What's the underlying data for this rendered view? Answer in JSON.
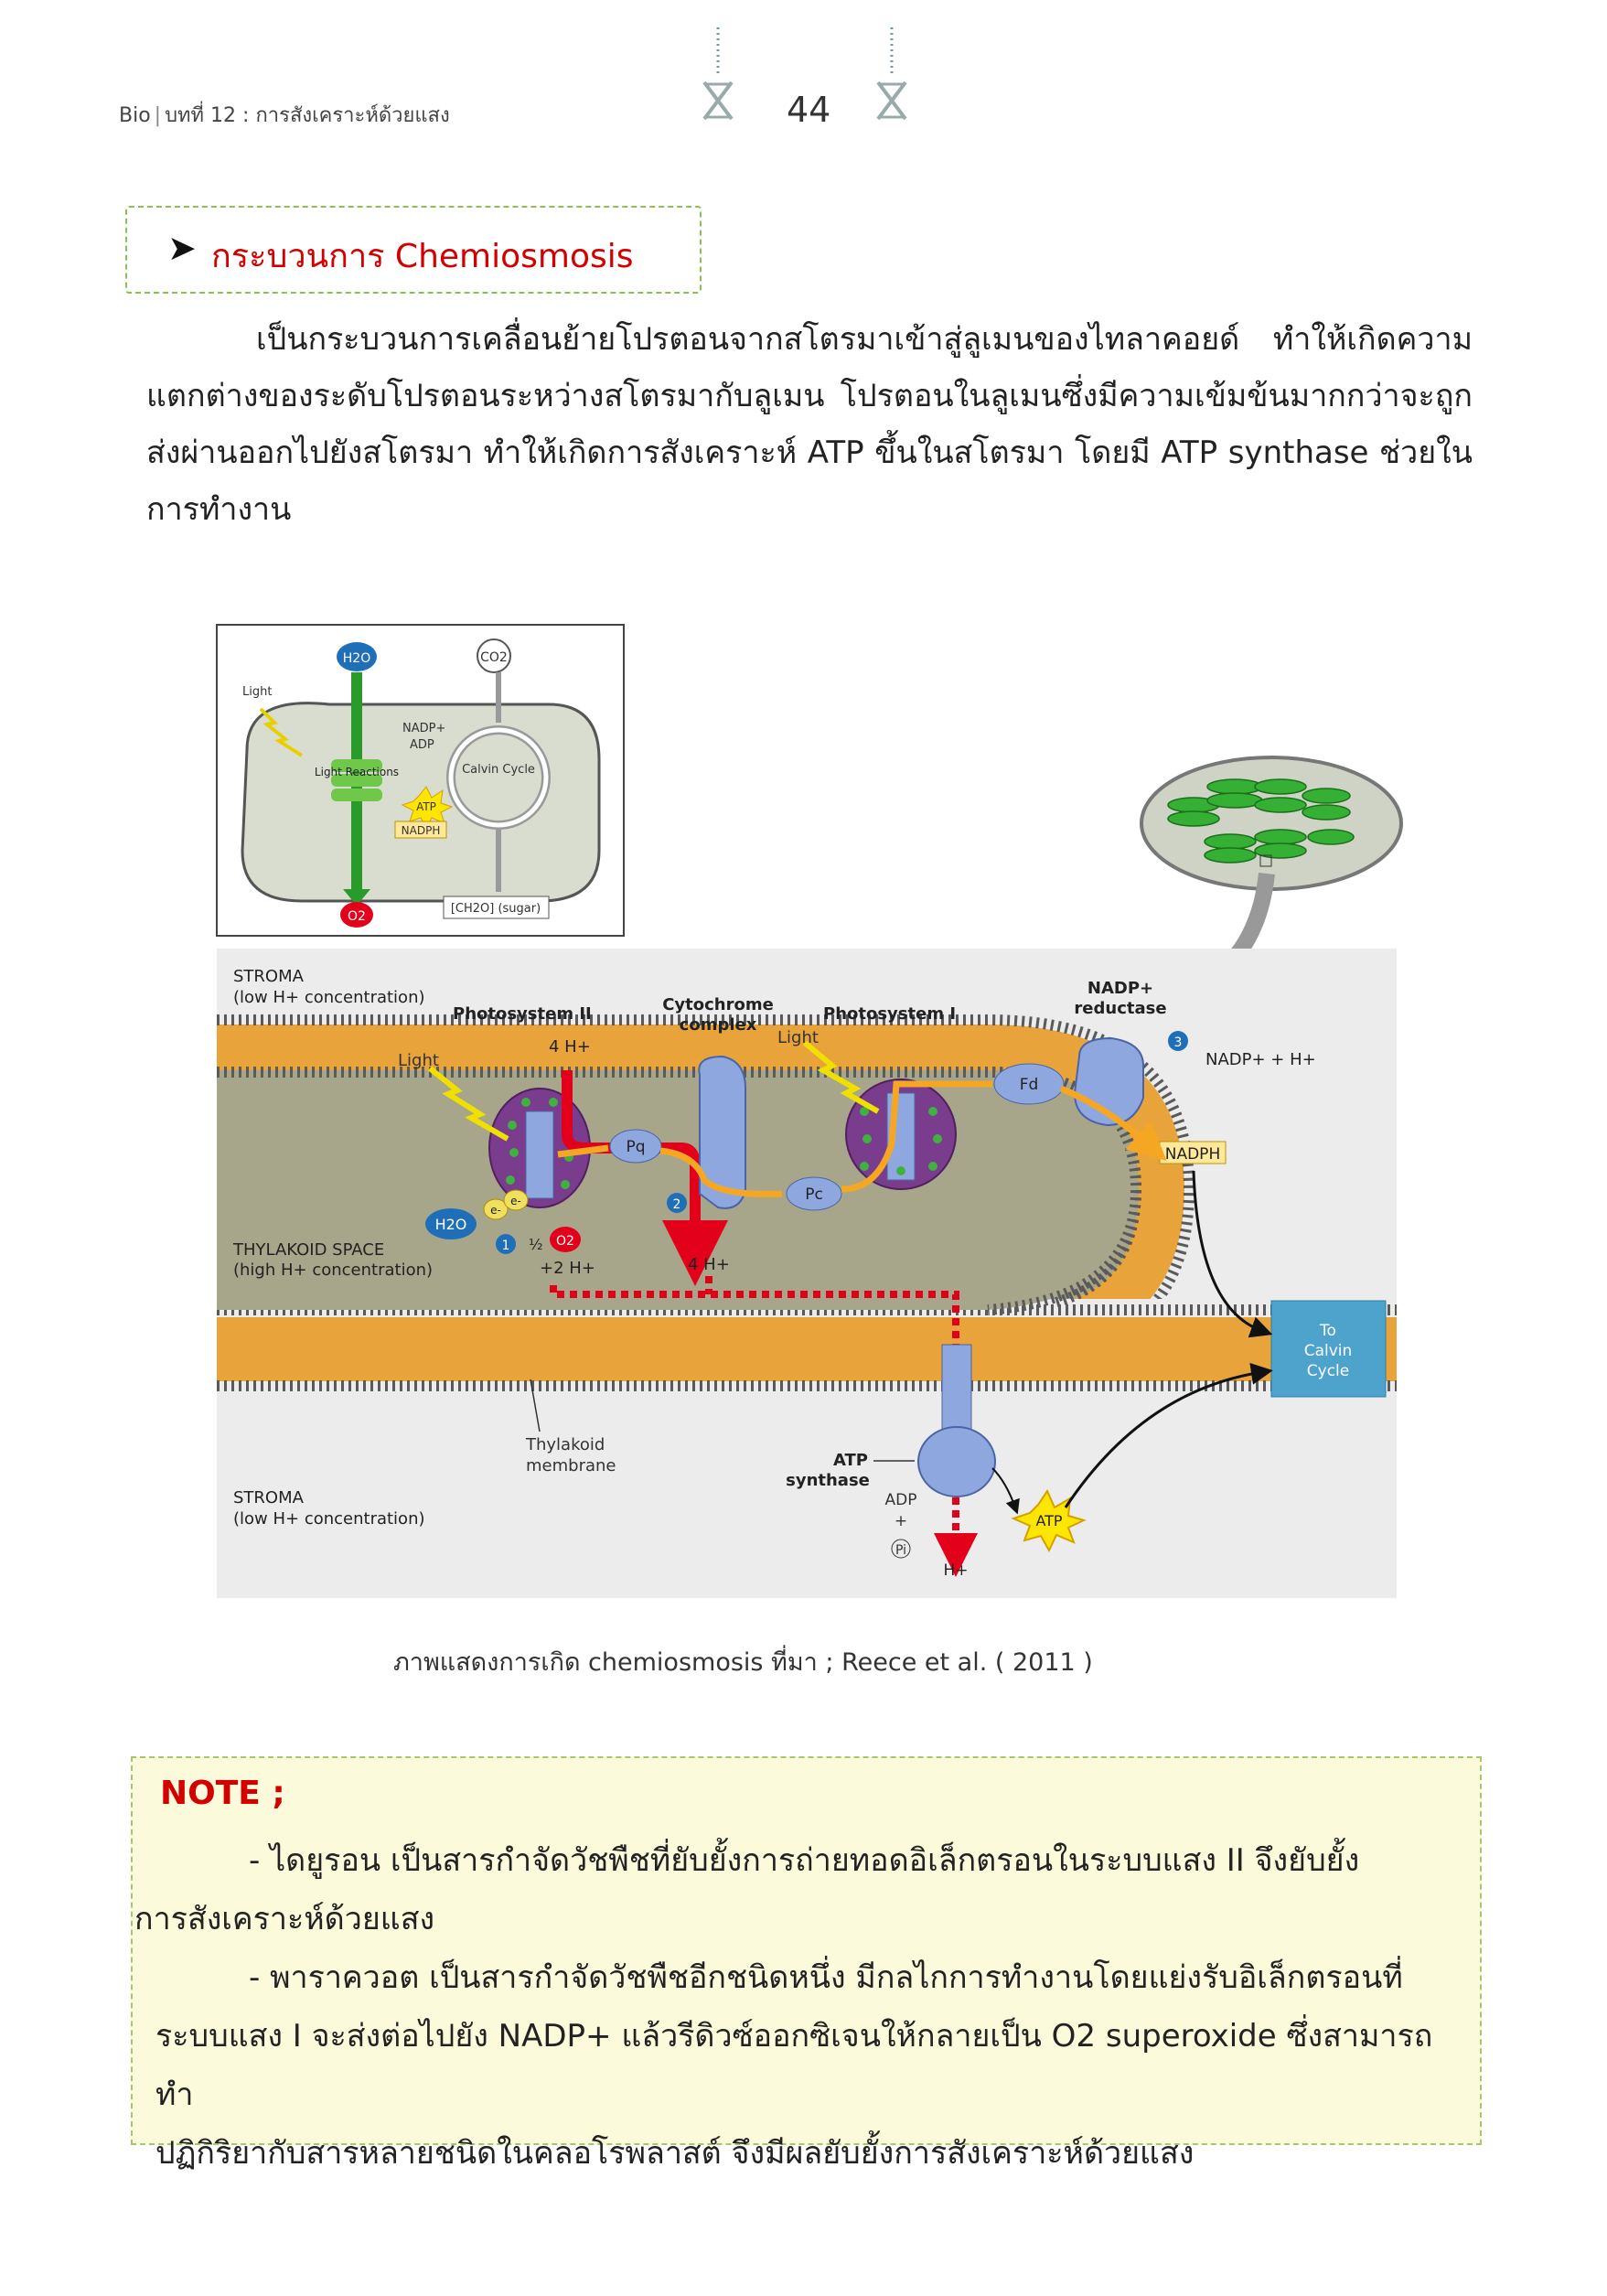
{
  "header": {
    "subject": "Bio",
    "chapter": "บทที่ 12 : การสังเคราะห์ด้วยแสง",
    "page_number": "44"
  },
  "section": {
    "title": "กระบวนการ Chemiosmosis",
    "paragraph": "เป็นกระบวนการเคลื่อนย้ายโปรตอนจากสโตรมาเข้าสู่ลูเมนของไทลาคอยด์ ทำให้เกิดความแตกต่างของระดับโปรตอนระหว่างสโตรมากับลูเมน โปรตอนในลูเมนซึ่งมีความเข้มข้นมากกว่าจะถูกส่งผ่านออกไปยังสโตรมา ทำให้เกิดการสังเคราะห์ ATP ขึ้นในสโตรมา โดยมี ATP synthase ช่วยในการทำงาน"
  },
  "inset": {
    "h2o": "H2O",
    "co2": "CO2",
    "light": "Light",
    "nadp": "NADP+",
    "adp": "ADP",
    "light_reactions": "Light Reactions",
    "calvin": "Calvin Cycle",
    "atp": "ATP",
    "nadph": "NADPH",
    "o2": "O2",
    "sugar": "[CH2O] (sugar)"
  },
  "diagram": {
    "stroma_top": "STROMA",
    "stroma_top_sub": "(low H+ concentration)",
    "ps2": "Photosystem II",
    "cyt_1": "Cytochrome",
    "cyt_2": "complex",
    "ps1": "Photosystem I",
    "nadp_red_1": "NADP+",
    "nadp_red_2": "reductase",
    "light_1": "Light",
    "light_2": "Light",
    "h4_top": "4 H+",
    "pq": "Pq",
    "pc": "Pc",
    "fd": "Fd",
    "nadp_h": "NADP+ + H+",
    "nadph": "NADPH",
    "step1": "1",
    "step2": "2",
    "step3": "3",
    "h2o": "H2O",
    "e1": "e-",
    "e2": "e-",
    "half": "½",
    "o2": "O2",
    "h2": "+2 H+",
    "h4_lumen": "4 H+",
    "thyl_space": "THYLAKOID SPACE",
    "thyl_space_sub": "(high H+ concentration)",
    "to_calvin_1": "To",
    "to_calvin_2": "Calvin",
    "to_calvin_3": "Cycle",
    "thyl_mem_1": "Thylakoid",
    "thyl_mem_2": "membrane",
    "atp_syn_1": "ATP",
    "atp_syn_2": "synthase",
    "stroma_bot": "STROMA",
    "stroma_bot_sub": "(low H+ concentration)",
    "adp": "ADP",
    "plus": "+",
    "pi": "Pi",
    "h_out": "H+",
    "atp": "ATP"
  },
  "caption": "ภาพแสดงการเกิด chemiosmosis ที่มา ; Reece et al. ( 2011 )",
  "note": {
    "title": "NOTE ;",
    "line1": "- ไดยูรอน เป็นสารกำจัดวัชพืชที่ยับยั้งการถ่ายทอดอิเล็กตรอนในระบบแสง II จึงยับยั้ง",
    "line2": "การสังเคราะห์ด้วยแสง",
    "line3": "- พาราควอต เป็นสารกำจัดวัชพืชอีกชนิดหนึ่ง มีกลไกการทำงานโดยแย่งรับอิเล็กตรอนที่",
    "line4": "ระบบแสง I จะส่งต่อไปยัง NADP+ แล้วรีดิวซ์ออกซิเจนให้กลายเป็น O2 superoxide ซึ่งสามารถทำ",
    "line5": "ปฏิกิริยากับสารหลายชนิดในคลอโรพลาสต์ จึงมีผลยับยั้งการสังเคราะห์ด้วยแสง"
  }
}
